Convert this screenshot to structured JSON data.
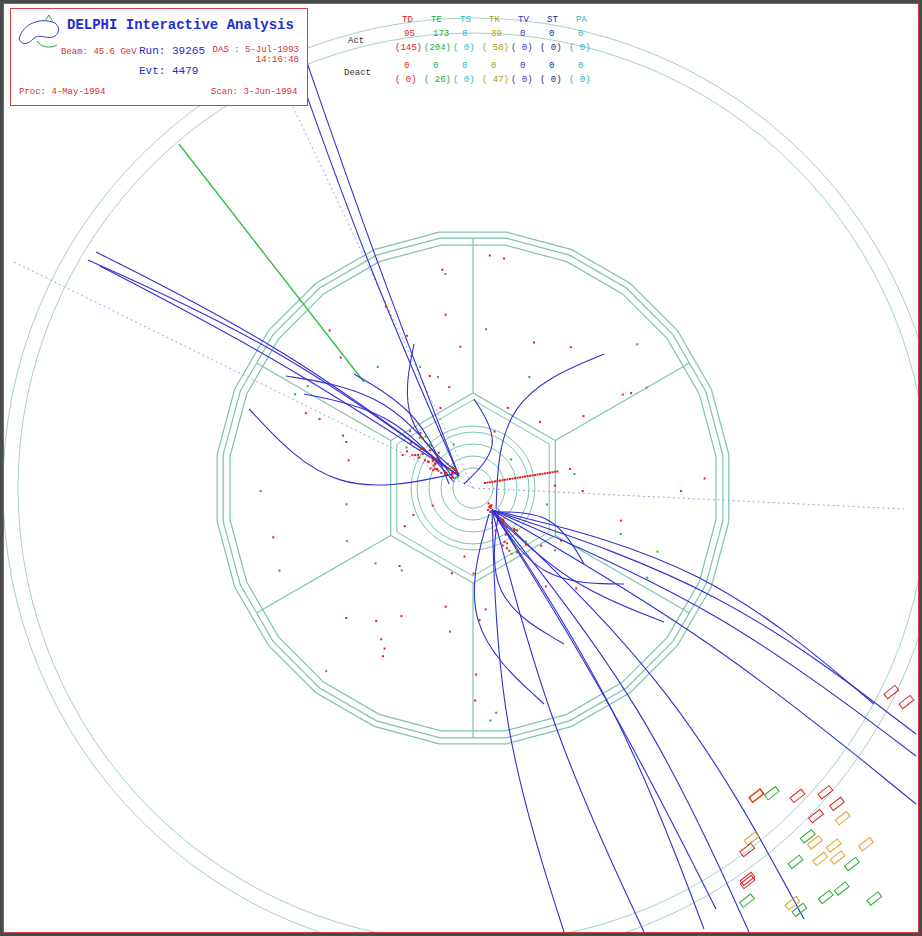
{
  "diagram": {
    "nodes": [
      {
        "text": [
          "DELPHI Interactive Analysis",
          "Beam: 45.6 GeV",
          "Run: 39265",
          "Evt: 4479",
          "DAS : 5-Jul-1993 14:16:48",
          "Proc: 4-May-1994",
          "Scan: 3-Jun-1994"
        ]
      }
    ],
    "labels": [
      "TD",
      "TE",
      "TS",
      "TK",
      "TV",
      "ST",
      "PA",
      "Act",
      "95",
      "173",
      "0",
      "39",
      "0",
      "0",
      "0",
      "(145)",
      "(204)",
      "( 0)",
      "( 58)",
      "( 0)",
      "( 0)",
      "( 0)",
      "Deact",
      "0",
      "0",
      "0",
      "0",
      "0",
      "0",
      "0",
      "( 0)",
      "( 26)",
      "( 0)",
      "( 47)",
      "( 0)",
      "( 0)",
      "( 0)"
    ]
  }
}
